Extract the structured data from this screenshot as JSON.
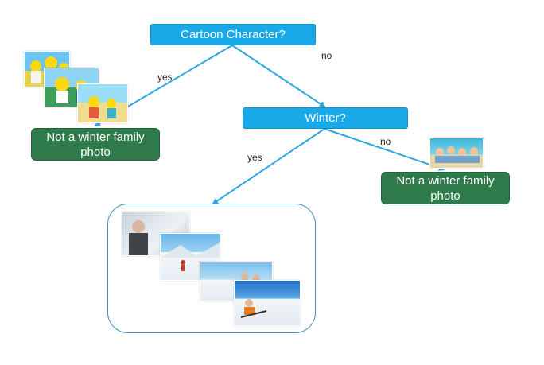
{
  "nodes": {
    "root": "Cartoon Character?",
    "winter": "Winter?",
    "leaf_left": "Not a winter family photo",
    "leaf_right": "Not a winter family photo"
  },
  "edges": {
    "root_yes": "yes",
    "root_no": "no",
    "winter_yes": "yes",
    "winter_no": "no"
  },
  "colors": {
    "decision_fill": "#19a9e8",
    "leaf_fill": "#2f7a4a",
    "edge": "#2ea6de"
  },
  "images": {
    "cartoon_group": "cartoon-character-photos",
    "beach_family": "beach-family-photo",
    "winter_group": "winter-family-photos"
  }
}
